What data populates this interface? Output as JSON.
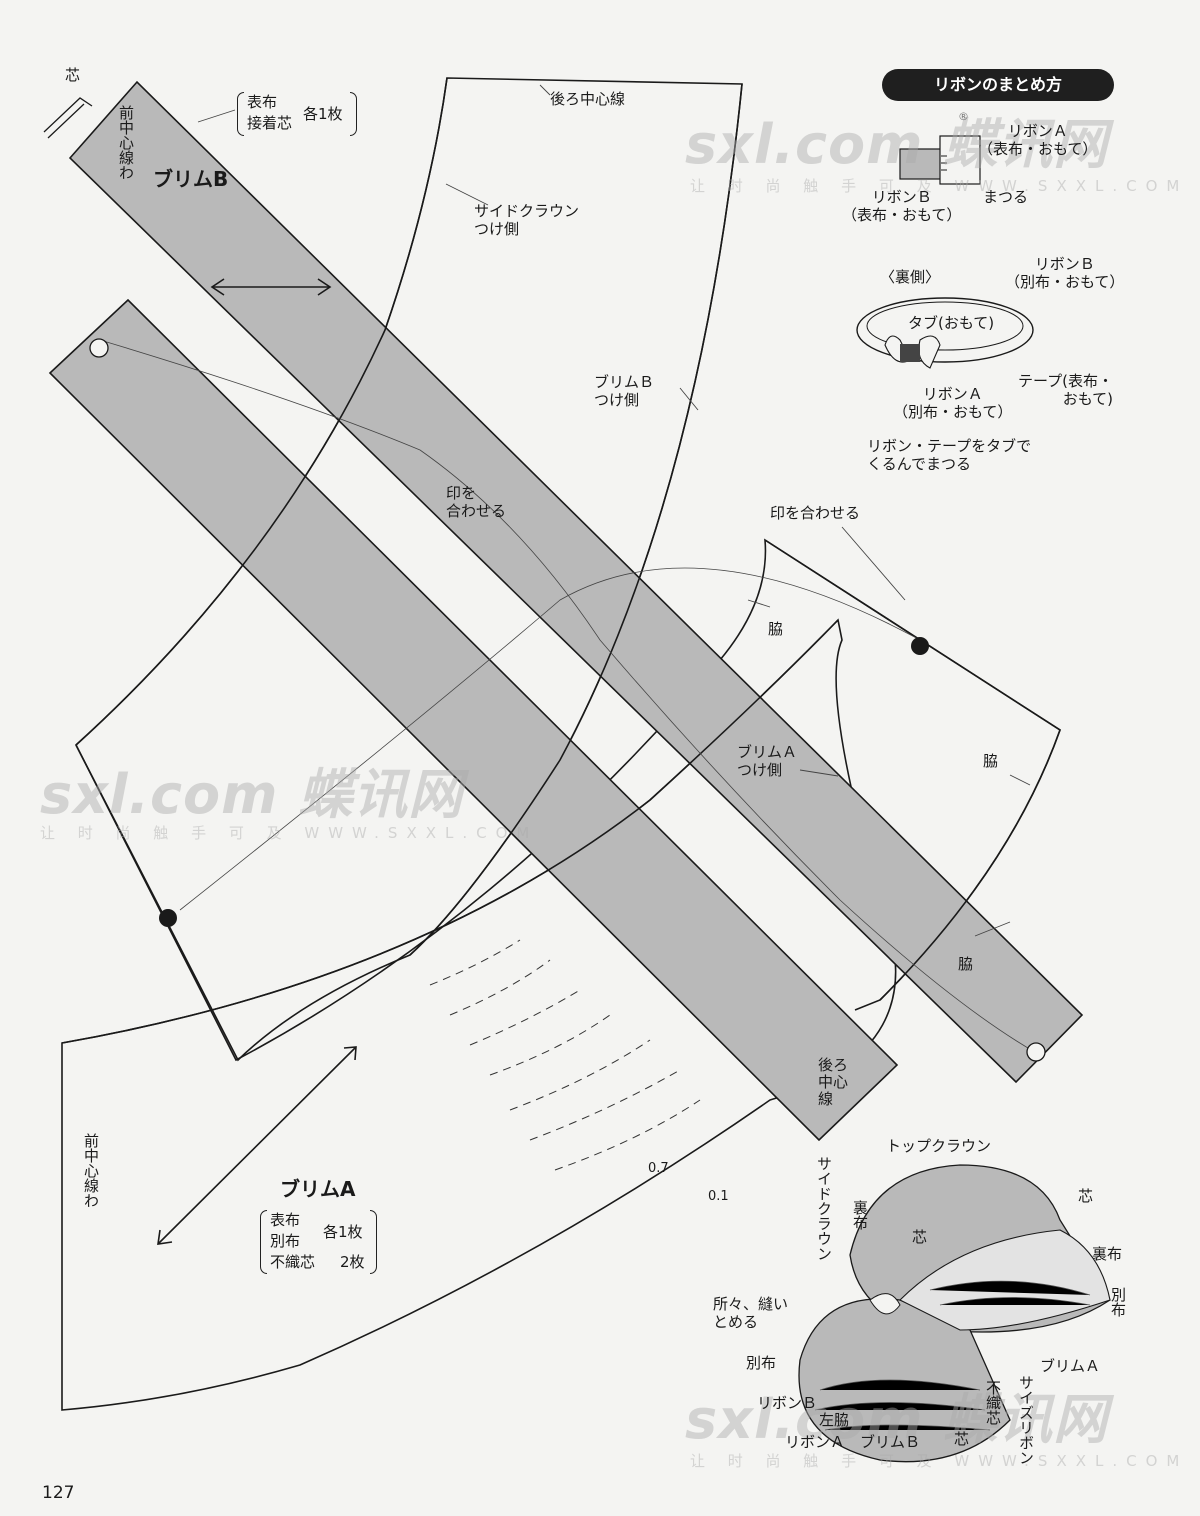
{
  "page_number": "127",
  "watermark": {
    "brand": "sxl.com 蝶讯网",
    "slogan": "让 时 尚 触 手 可 及 WWW.SXXL.COM",
    "registered": "®"
  },
  "brim_b": {
    "title": "ブリムB",
    "core_label": "芯",
    "front_center": "前中心線わ",
    "fabric_line1": "表布",
    "fabric_line2": "接着芯",
    "count": "各1枚"
  },
  "side_crown": {
    "back_center": "後ろ中心線",
    "attach_side": "サイドクラウン\nつけ側",
    "brim_b_attach": "ブリムＢ\nつけ側",
    "match_marks": "印を\n合わせる"
  },
  "small_piece": {
    "match_marks": "印を合わせる",
    "side_1": "脇",
    "side_2": "脇",
    "brim_a_attach": "ブリムＡ\nつけ側"
  },
  "brim_a": {
    "title": "ブリムA",
    "front_center": "前中心線わ",
    "fabric_line1": "表布",
    "fabric_line2": "別布",
    "fabric_line3": "不織芯",
    "count1": "各1枚",
    "count3": "2枚",
    "measure_1": "0.7",
    "measure_2": "0.1"
  },
  "strip": {
    "side": "脇",
    "back_center": "後ろ中心線"
  },
  "ribbon": {
    "heading": "リボンのまとめ方",
    "ribbon_a_outer": "リボンＡ\n（表布・おもて）",
    "ribbon_b_outer": "リボンＢ\n（表布・おもて）",
    "stitch": "まつる",
    "back_side": "〈裏側〉",
    "ribbon_b_other": "リボンＢ\n（別布・おもて）",
    "tab": "タブ(おもて)",
    "tape": "テープ(表布・\nおもて)",
    "ribbon_a_other": "リボンＡ\n（別布・おもて）",
    "wrap_note": "リボン・テープをタブで\nくるんでまつる"
  },
  "assembly": {
    "top_crown": "トップクラウン",
    "side_crown": "サイドクラウン",
    "lining_1": "裏布",
    "core_1": "芯",
    "core_2": "芯",
    "lining_2": "裏布",
    "other_1": "別布",
    "tack": "所々、縫い\nとめる",
    "other_2": "別布",
    "size_ribbon": "サイズリボン",
    "brim_a": "ブリムＡ",
    "nonwoven": "不織芯",
    "ribbon_b": "リボンＢ",
    "left_side": "左脇",
    "ribbon_a": "リボンＡ",
    "brim_b": "ブリムＢ",
    "core_3": "芯"
  },
  "colors": {
    "shade": "#b9b9b9",
    "line": "#1a1a1a",
    "paper": "#f4f4f2"
  }
}
